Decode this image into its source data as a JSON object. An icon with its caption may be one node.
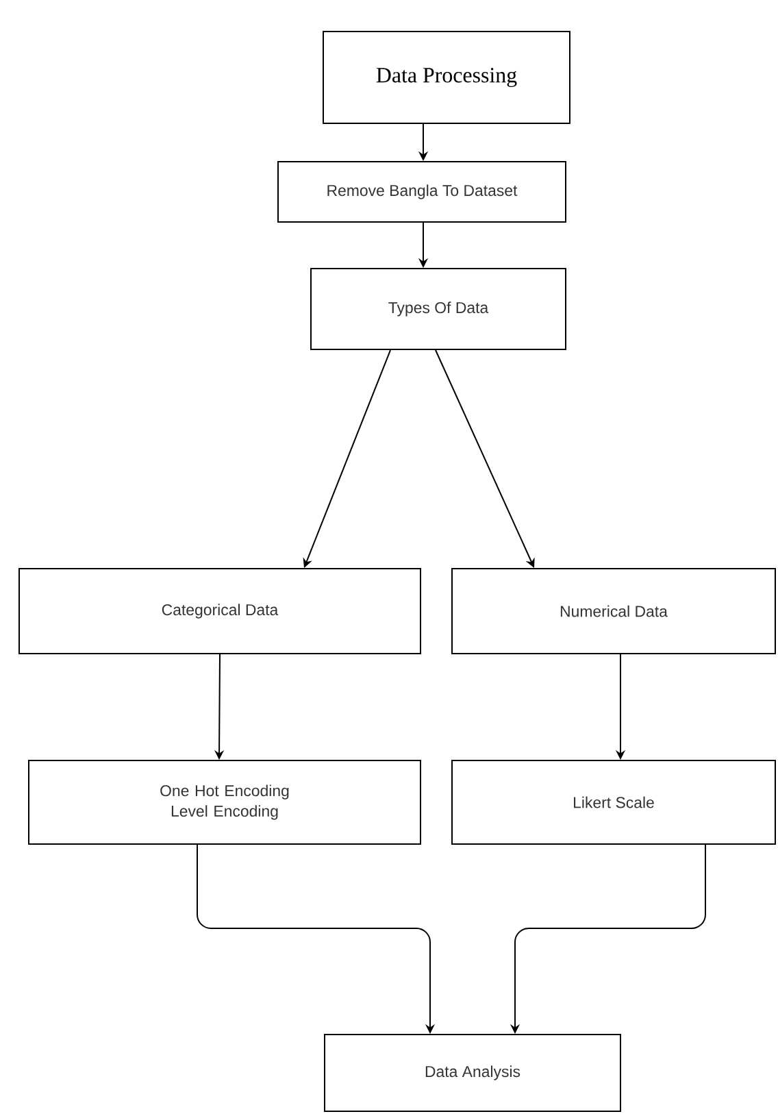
{
  "diagram": {
    "nodes": [
      {
        "text": [
          "Data Processing"
        ]
      },
      {
        "text": [
          "Remove Bangla To Dataset"
        ]
      },
      {
        "text": [
          "Types Of Data"
        ]
      },
      {
        "text": [
          "Categorical Data"
        ]
      },
      {
        "text": [
          "Numerical Data"
        ]
      },
      {
        "text": [
          "One Hot Encoding Level Encoding"
        ]
      },
      {
        "text": [
          "Likert Scale"
        ]
      },
      {
        "text": [
          "Data Analysis"
        ]
      }
    ],
    "edges": [
      {
        "from": 0,
        "to": 1,
        "arrow": "to"
      },
      {
        "from": 1,
        "to": 2,
        "arrow": "to"
      },
      {
        "from": 2,
        "to": 3,
        "arrow": "to"
      },
      {
        "from": 2,
        "to": 4,
        "arrow": "to"
      },
      {
        "from": 3,
        "to": 5,
        "arrow": "to"
      },
      {
        "from": 4,
        "to": 6,
        "arrow": "to"
      },
      {
        "from": 5,
        "to": 7,
        "arrow": "to"
      },
      {
        "from": 6,
        "to": 7,
        "arrow": "to"
      }
    ]
  }
}
